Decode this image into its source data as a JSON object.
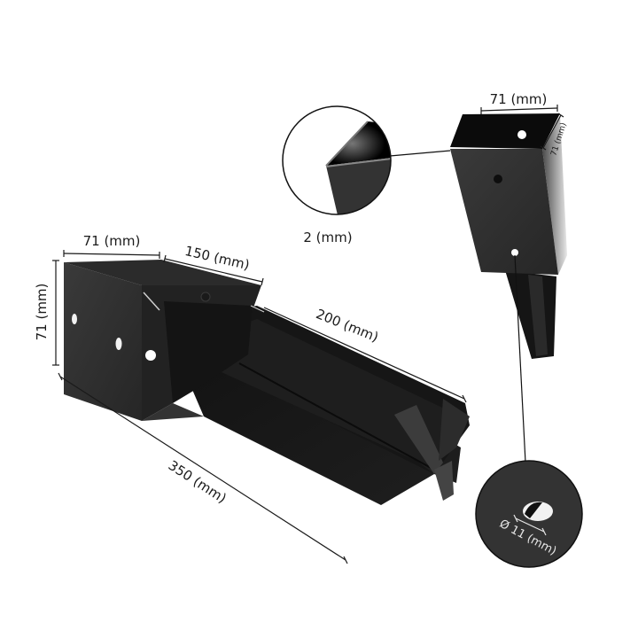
{
  "diagram": {
    "subject": "Post anchor stake bracket",
    "colors": {
      "background": "#ffffff",
      "metal_dark": "#1c1c1c",
      "metal_mid": "#2e2e2e",
      "metal_face": "#333333",
      "metal_light": "#4a4a4a",
      "dimension_line": "#1a1a1a",
      "callout_line": "#111111"
    },
    "main_view": {
      "dimensions": {
        "top_width": "71 (mm)",
        "height": "71 (mm)",
        "socket_length": "150 (mm)",
        "spike_length": "200 (mm)",
        "total_length": "350 (mm)"
      }
    },
    "secondary_view": {
      "dimensions": {
        "top_width": "71 (mm)",
        "top_depth": "71 (mm)"
      }
    },
    "callouts": {
      "thickness": {
        "label": "2 (mm)",
        "target": "sheet corner detail"
      },
      "hole": {
        "label": "Ø 11 (mm)",
        "target": "bolt hole detail"
      }
    }
  }
}
